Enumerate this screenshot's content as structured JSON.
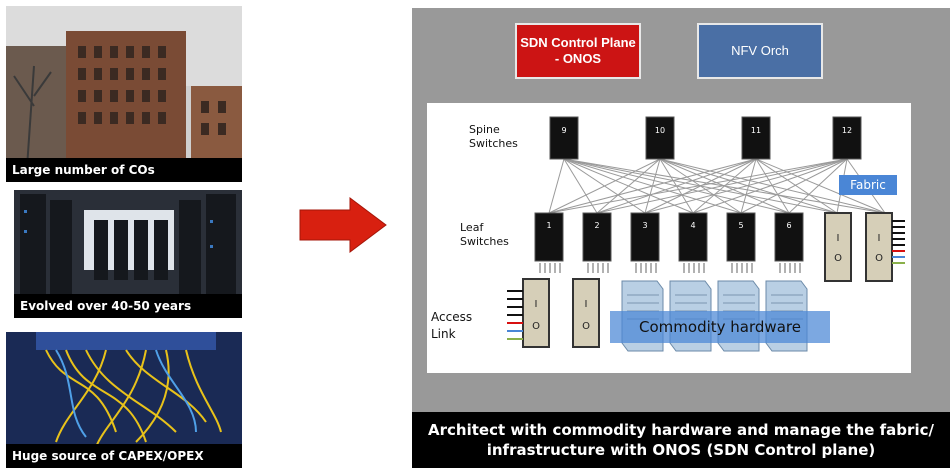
{
  "left_cards": [
    {
      "caption": "Large number of COs"
    },
    {
      "caption": "Evolved over 40-50 years"
    },
    {
      "caption": "Huge source of CAPEX/OPEX"
    }
  ],
  "panel": {
    "sdn_box": "SDN Control Plane - ONOS",
    "nfv_box": "NFV Orch",
    "spine_label": "Spine Switches",
    "leaf_label": "Leaf Switches",
    "access_label": "Access Link",
    "fabric_tag": "Fabric",
    "commodity_label": "Commodity hardware",
    "spine_switches": [
      "9",
      "10",
      "11",
      "12"
    ],
    "leaf_switches": [
      "1",
      "2",
      "3",
      "4",
      "5",
      "6"
    ],
    "io_label": "I O",
    "caption": "Architect with commodity hardware and manage the fabric/ infrastructure with ONOS (SDN Control plane)"
  },
  "colors": {
    "arrow": "#d82010",
    "sdn": "#cc1414",
    "nfv": "#4a6fa5",
    "fabric": "#4a86d6",
    "panel_bg": "#999999"
  },
  "icons": {
    "arrow": "right-arrow-icon"
  }
}
